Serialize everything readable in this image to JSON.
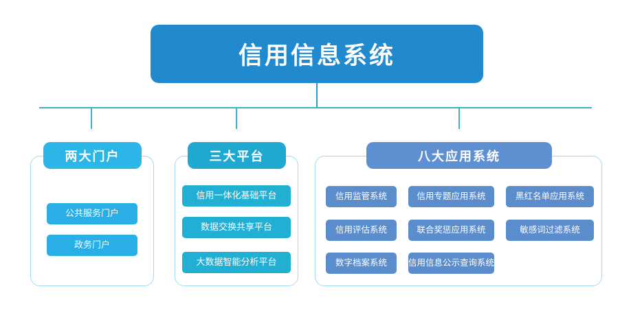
{
  "root": {
    "title": "信用信息系统"
  },
  "groups": [
    {
      "key": "portals",
      "header": "两大门户",
      "header_color": "#2CB6E8",
      "item_color": "#29AEE6",
      "items": [
        {
          "label": "公共服务门户"
        },
        {
          "label": "政务门户"
        }
      ]
    },
    {
      "key": "platforms",
      "header": "三大平台",
      "header_color": "#1FA8D0",
      "item_color": "#22AFD4",
      "items": [
        {
          "label": "信用一体化基础平台"
        },
        {
          "label": "数据交换共享平台"
        },
        {
          "label": "大数据智能分析平台"
        }
      ]
    },
    {
      "key": "apps",
      "header": "八大应用系统",
      "header_color": "#5E8FD0",
      "item_color": "#5B8CCB",
      "items": [
        {
          "label": "信用监管系统"
        },
        {
          "label": "信用专题应用系统"
        },
        {
          "label": "黑红名单应用系统"
        },
        {
          "label": "信用评估系统"
        },
        {
          "label": "联合奖惩应用系统"
        },
        {
          "label": "敏感词过滤系统"
        },
        {
          "label": "数字档案系统"
        },
        {
          "label": "信用信息公示查询系统"
        }
      ]
    }
  ],
  "colors": {
    "root": "#2189CE",
    "connector_root": "#2B9AD4",
    "connector_horizontal": "#3BB2C6",
    "connector_drop": "#2CB6E8",
    "container_border": "#9FDCF2",
    "background": "#FFFFFF",
    "text": "#FFFFFF"
  }
}
